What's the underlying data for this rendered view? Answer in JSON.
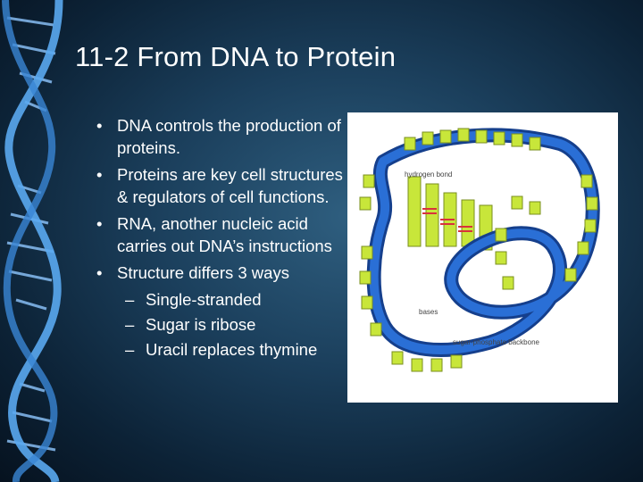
{
  "slide": {
    "title": "11-2 From DNA to Protein",
    "bullets": [
      "DNA controls the production of proteins.",
      "Proteins are key cell structures & regulators of cell functions.",
      "RNA, another nucleic acid carries out DNA’s instructions",
      "Structure differs 3 ways"
    ],
    "sub_bullets": [
      "Single-stranded",
      "Sugar is ribose",
      "Uracil replaces thymine"
    ]
  },
  "figure": {
    "labels": {
      "hydrogen_bond": "hydrogen bond",
      "bases": "bases",
      "backbone": "sugar-phosphate backbone"
    },
    "colors": {
      "backbone": "#2a6fd6",
      "backbone_dark": "#153f8c",
      "base": "#c8e63a",
      "bond": "#d8323c"
    }
  }
}
